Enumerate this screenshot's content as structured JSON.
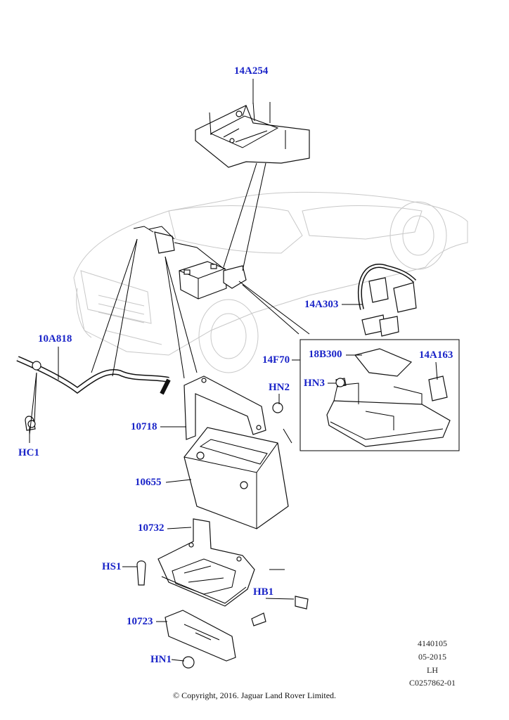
{
  "callouts": {
    "c_14A254": "14A254",
    "c_10A818": "10A818",
    "c_HC1": "HC1",
    "c_10718": "10718",
    "c_HN2": "HN2",
    "c_10655": "10655",
    "c_10732": "10732",
    "c_HS1": "HS1",
    "c_HB1": "HB1",
    "c_10723": "10723",
    "c_HN1": "HN1",
    "c_14A303": "14A303",
    "c_14F70": "14F70",
    "c_18B300": "18B300",
    "c_HN3": "HN3",
    "c_14A163": "14A163"
  },
  "meta": {
    "ref": "4140105",
    "date": "05-2015",
    "side": "LH",
    "code": "C0257862-01"
  },
  "copyright": "© Copyright, 2016. Jaguar Land Rover Limited.",
  "colors": {
    "callout": "#1a24c8",
    "line": "#000000",
    "ghost": "#c8c8c8"
  }
}
